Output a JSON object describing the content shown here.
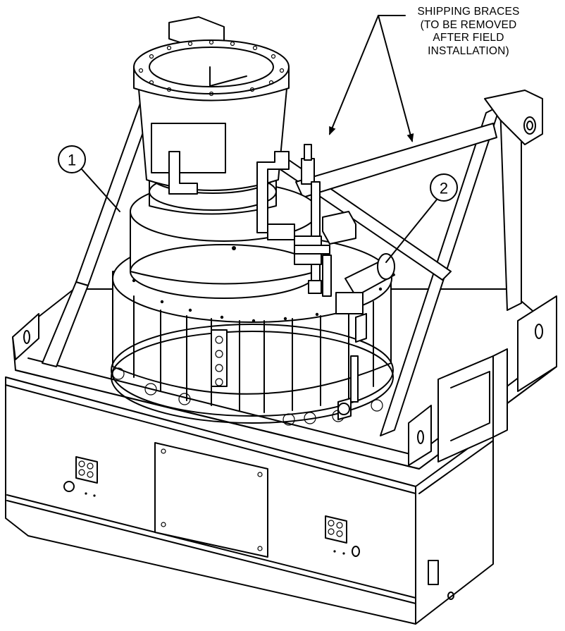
{
  "callout_braces": {
    "lines": [
      "SHIPPING BRACES",
      "(TO BE REMOVED",
      "AFTER FIELD",
      "INSTALLATION)"
    ]
  },
  "balloons": [
    {
      "label": "1"
    },
    {
      "label": "2"
    }
  ]
}
